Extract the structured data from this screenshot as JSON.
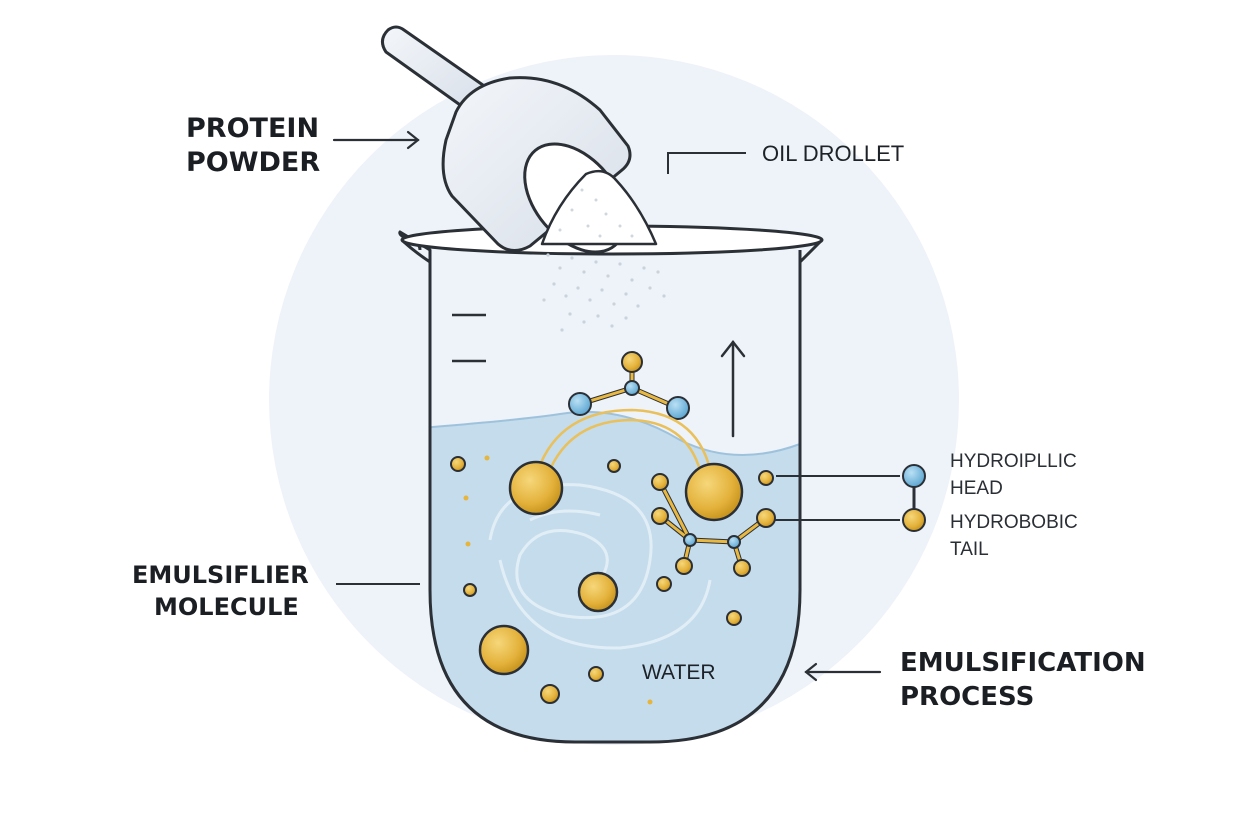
{
  "labels": {
    "protein_powder": [
      "PROTEIN",
      "POWDER"
    ],
    "oil_droplet": "OIL DROLLET",
    "hydrophilic_head": [
      "HYDROIPLLIC",
      "HEAD"
    ],
    "hydrophobic_tail": [
      "HYDROBOBIC",
      "TAIL"
    ],
    "emulsifier_molecule": [
      "EMULSIFLIER",
      "MOLECULE"
    ],
    "water": "WATER",
    "emulsification_process": [
      "EMULSIFICATION",
      "PROCESS"
    ]
  },
  "colors": {
    "background_circle": "#eef2f9",
    "water_fill": "#c4dcec",
    "water_surface": "#dfeaf5",
    "oil_droplet": "#e5b53e",
    "oil_droplet_stroke": "#a07a1e",
    "hydrophilic_head": "#7ec1e3",
    "hydrophobic_tail": "#e8b840",
    "outline": "#2b2f36",
    "emulsifier_strand": "#e9c05a"
  },
  "icons": {
    "scoop": "scoop-icon",
    "beaker": "beaker-icon",
    "legend_head": "hydrophilic-head-icon",
    "legend_tail": "hydrophobic-tail-icon"
  }
}
